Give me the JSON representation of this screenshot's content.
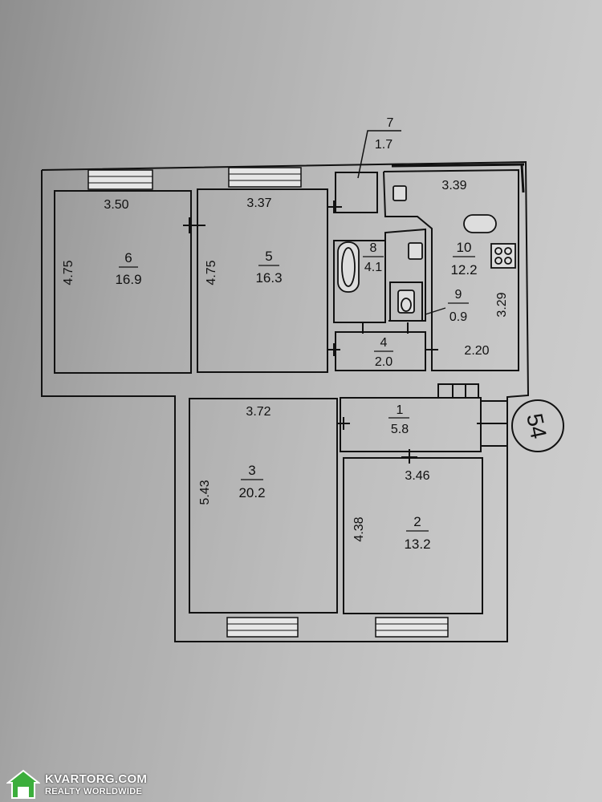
{
  "plan": {
    "rooms": [
      {
        "number": "6",
        "area": "16.9",
        "width": "3.50",
        "height": "4.75"
      },
      {
        "number": "5",
        "area": "16.3",
        "width": "3.37",
        "height": "4.75"
      },
      {
        "number": "7",
        "area": "1.7"
      },
      {
        "number": "8",
        "area": "4.1"
      },
      {
        "number": "9",
        "area": "0.9"
      },
      {
        "number": "10",
        "area": "12.2",
        "width": "3.39",
        "height": "3.29",
        "width_bottom": "2.20"
      },
      {
        "number": "4",
        "area": "2.0"
      },
      {
        "number": "1",
        "area": "5.8"
      },
      {
        "number": "3",
        "area": "20.2",
        "width": "3.72",
        "height": "5.43"
      },
      {
        "number": "2",
        "area": "13.2",
        "width": "3.46",
        "height": "4.38"
      }
    ],
    "stamp": "54"
  },
  "watermark": {
    "title": "KVARTORG.COM",
    "subtitle": "REALTY WORLDWIDE"
  }
}
